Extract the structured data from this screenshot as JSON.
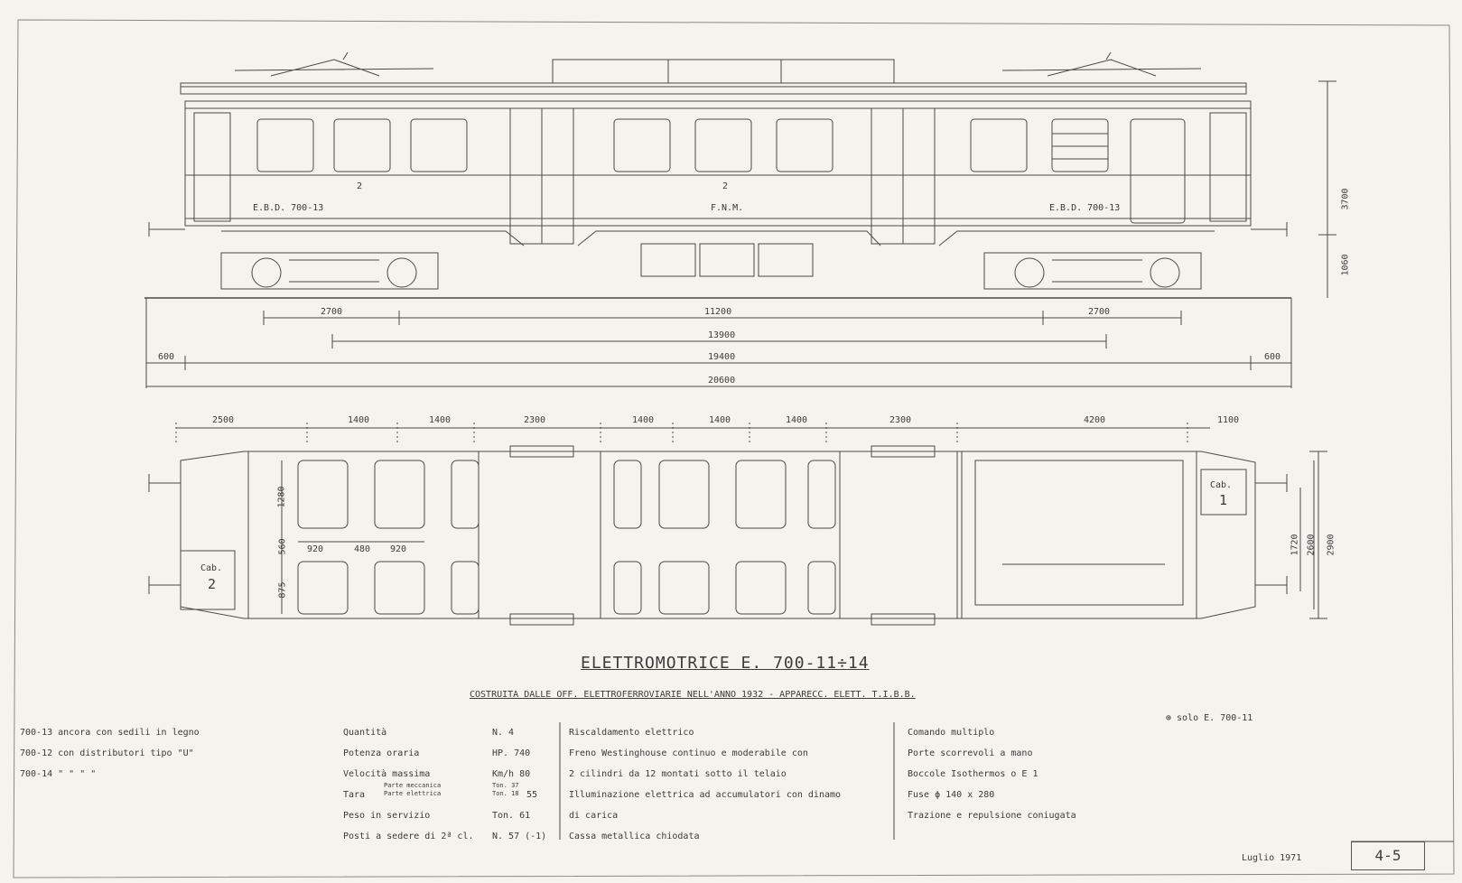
{
  "title": "ELETTROMOTRICE  E. 700-11÷14",
  "subtitle": "COSTRUITA DALLE OFF. ELETTROFERROVIARIE NELL'ANNO 1932 - APPARECC. ELETT. T.I.B.B.",
  "car_labels": {
    "left": "E.B.D. 700-13",
    "center": "F.N.M.",
    "right": "E.B.D. 700-13",
    "class_left": "2",
    "class_center": "2"
  },
  "cab_labels": {
    "cab1_word": "Cab.",
    "cab1_num": "1",
    "cab2_word": "Cab.",
    "cab2_num": "2"
  },
  "side_dims": {
    "height_total": "3700",
    "height_floor": "1060",
    "bogie_left": "2700",
    "bogie_center": "11200",
    "bogie_right": "2700",
    "pivots": "13900",
    "overhang_left": "600",
    "over_body": "19400",
    "overhang_right": "600",
    "over_buffers": "20600"
  },
  "plan_dims": {
    "top": [
      "2500",
      "1400",
      "1400",
      "2300",
      "1400",
      "1400",
      "1400",
      "2300",
      "4200",
      "1100"
    ],
    "seat_1280": "1280",
    "seat_560": "560",
    "seat_875": "875",
    "seat_w1": "920",
    "seat_aisle": "480",
    "seat_w2": "920",
    "width_1720": "1720",
    "width_2600": "2600",
    "width_2900": "2900"
  },
  "notes_left": [
    "700-13 ancora con sedili in legno",
    "700-12  con distributori tipo \"U\"",
    "700-14   \"        \"        \"      \""
  ],
  "specs_labels": [
    "Quantità",
    "Potenza oraria",
    "Velocità massima",
    "Tara",
    "Peso in servizio",
    "Posti a sedere di 2ª cl."
  ],
  "tara_parts": [
    "Parte meccanica",
    "Parte elettrica"
  ],
  "tara_tons": [
    "Ton. 37",
    "Ton. 18"
  ],
  "specs_values": [
    "N. 4",
    "HP. 740",
    "Km/h 80",
    "55",
    "Ton. 61",
    "N. 57 (-1)"
  ],
  "features_col1": [
    "Riscaldamento elettrico",
    "Freno Westinghouse continuo e moderabile con",
    "2 cilindri da 12 montati sotto il telaio",
    "Illuminazione elettrica ad accumulatori con dinamo",
    "di carica",
    "Cassa metallica chiodata"
  ],
  "features_col2": [
    "Comando multiplo",
    "Porte scorrevoli a mano",
    "Boccole Isothermos   o  E 1",
    "Fuse  ϕ 140 x 280",
    "Trazione e repulsione coniugata"
  ],
  "footnote": "⊕  solo  E. 700-11",
  "date": "Luglio 1971",
  "page_number": "4-5",
  "colors": {
    "paper": "#f4f3ee",
    "ink": "#3b3b3b"
  }
}
